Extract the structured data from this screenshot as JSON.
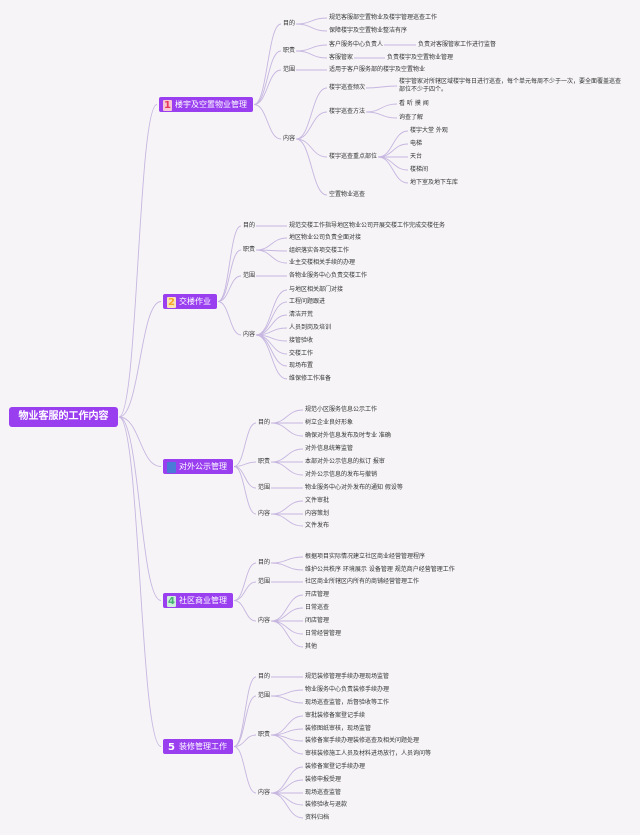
{
  "root": "物业客服的工作内容",
  "colors": {
    "accent": "#9a3ff0",
    "line": "#c6b6e0",
    "num1": "#e8385a",
    "num2": "#f6a623",
    "num3": "#4a7bd6",
    "num4": "#43b072",
    "num5": "#ffffff"
  },
  "sections": [
    {
      "num": "1",
      "label": "楼宇及空置物业管理",
      "groups": [
        {
          "label": "目的",
          "items": [
            "规范客服部空置物业及楼宇管理巡查工作",
            "保障楼宇及空置物业整洁有序"
          ]
        },
        {
          "label": "职责",
          "items": [
            {
              "label": "客户服务中心负责人",
              "desc": "负责对客服管家工作进行监督"
            },
            {
              "label": "客服管家",
              "desc": "负责楼宇及空置物业管理"
            }
          ]
        },
        {
          "label": "范围",
          "items": [
            "适用于客户服务部的楼宇及空置物业"
          ]
        },
        {
          "label": "内容",
          "items": [
            {
              "label": "楼宇巡查频次",
              "desc": "楼宇管家对所辖区域楼宇每日进行巡查，每个单元每周不少于一次，要全面覆盖巡查部位不少于四个。"
            },
            {
              "label": "楼宇巡查方法",
              "subs": [
                "看 听 摸 闻",
                "询查了解"
              ]
            },
            {
              "label": "楼宇巡查重点部位",
              "subs": [
                "楼宇大堂 外观",
                "电梯",
                "天台",
                "楼梯间",
                "地下室及地下车库"
              ]
            },
            {
              "label": "空置物业巡查"
            }
          ]
        }
      ]
    },
    {
      "num": "2",
      "label": "交楼作业",
      "groups": [
        {
          "label": "目的",
          "items": [
            "规范交楼工作指导地区物业公司开展交楼工作完成交楼任务"
          ]
        },
        {
          "label": "职责",
          "items": [
            "地区物业公司负责全面对接",
            "组织落实各项交楼工作",
            "业主交楼相关手续的办理"
          ]
        },
        {
          "label": "范围",
          "items": [
            "各物业服务中心负责交楼工作"
          ]
        },
        {
          "label": "内容",
          "items": [
            "与地区相关部门对接",
            "工程问题跟进",
            "清洁开荒",
            "人员到岗及培训",
            "接管验收",
            "交楼工作",
            "现场布置",
            "维保修工作准备"
          ]
        }
      ]
    },
    {
      "num": "3",
      "label": "对外公示管理",
      "groups": [
        {
          "label": "目的",
          "items": [
            "规范小区服务信息公示工作",
            "树立企业良好形象",
            "确保对外信息发布及时专业 准确"
          ]
        },
        {
          "label": "职责",
          "items": [
            "对外信息统筹监管",
            "本部对外公示信息的拟订 报审",
            "对外公示信息的发布与撤销"
          ]
        },
        {
          "label": "范围",
          "items": [
            "物业服务中心对外发布的通知 假设等"
          ]
        },
        {
          "label": "内容",
          "items": [
            "文件审批",
            "内容策划",
            "文件发布"
          ]
        }
      ]
    },
    {
      "num": "4",
      "label": "社区商业管理",
      "groups": [
        {
          "label": "目的",
          "items": [
            "根据项目实际情况建立社区商业经营管理程序",
            "维护公共秩序 环境展示 设备管理 规范商户经营管理工作"
          ]
        },
        {
          "label": "范围",
          "items": [
            "社区商业所辖区内所有的商铺经营管理工作"
          ]
        },
        {
          "label": "内容",
          "items": [
            "开店管理",
            "日常巡查",
            "闭店管理",
            "日常经营管理",
            "其他"
          ]
        }
      ]
    },
    {
      "num": "5",
      "label": "装修管理工作",
      "groups": [
        {
          "label": "目的",
          "items": [
            "规范装修管理手续办理现场监管"
          ]
        },
        {
          "label": "范围",
          "items": [
            "物业服务中心负责装修手续办理",
            "现场巡查监管，后督验收等工作"
          ]
        },
        {
          "label": "职责",
          "items": [
            "审批装修备案登记手续",
            "装修图纸审核，现场监管",
            "装修备案手续办理装修巡查及相关问题处理",
            "审核装修施工人员及材料进场放行，人员询问等"
          ]
        },
        {
          "label": "内容",
          "items": [
            "装修备案登记手续办理",
            "装修申报受理",
            "现场巡查监管",
            "装修验收与退款",
            "资料归档"
          ]
        }
      ]
    }
  ]
}
